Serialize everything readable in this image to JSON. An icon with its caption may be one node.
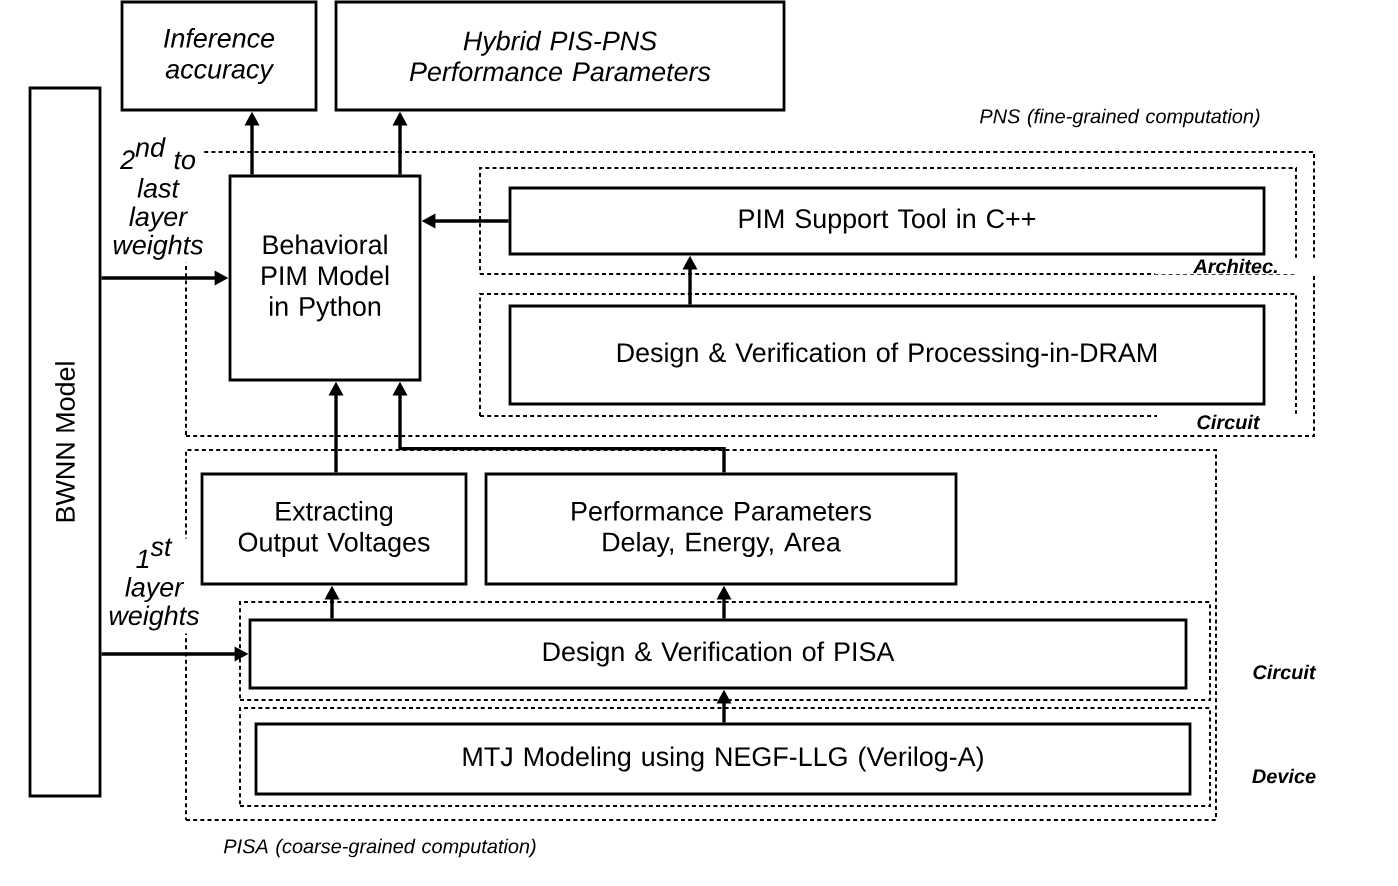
{
  "diagram": {
    "nodes": [
      {
        "text": [
          "Inference accuracy"
        ]
      },
      {
        "text": [
          "Hybrid PIS-PNS Performance Parameters"
        ]
      },
      {
        "text": [
          "BWNN Model"
        ]
      },
      {
        "text": [
          "PNS (fine-grained computation)"
        ]
      },
      {
        "text": [
          "Behavioral PIM Model in Python"
        ],
        "in": 3
      },
      {
        "text": [
          "Architec."
        ],
        "in": 3
      },
      {
        "text": [
          "PIM Support Tool in C++"
        ],
        "in": 5
      },
      {
        "text": [
          "Circuit"
        ],
        "in": 3
      },
      {
        "text": [
          "Design & Verification of Processing-in-DRAM"
        ],
        "in": 7
      },
      {
        "text": [
          "PISA (coarse-grained computation)"
        ]
      },
      {
        "text": [
          "Extracting Output Voltages"
        ],
        "in": 9
      },
      {
        "text": [
          "Performance Parameters Delay, Energy, Area"
        ],
        "in": 9
      },
      {
        "text": [
          "Circuit"
        ],
        "in": 9
      },
      {
        "text": [
          "Design & Verification of PISA"
        ],
        "in": 12
      },
      {
        "text": [
          "Device"
        ],
        "in": 9
      },
      {
        "text": [
          "MTJ Modeling using NEGF-LLG (Verilog-A)"
        ],
        "in": 14
      }
    ],
    "edges": [
      {
        "from": 4,
        "to": 0,
        "arrow": "to"
      },
      {
        "from": 4,
        "to": 1,
        "arrow": "to"
      },
      {
        "from": 2,
        "to": 4,
        "arrow": "to",
        "label": "\\begin{array}{c}\\textit{2}^{\\textit{nd}}\\textit{ to}\\\\ \\textit{last}\\\\ \\textit{layer}\\\\ \\textit{weights}\\end{array}"
      },
      {
        "from": 6,
        "to": 4,
        "arrow": "to"
      },
      {
        "from": 8,
        "to": 6,
        "arrow": "to"
      },
      {
        "from": 10,
        "to": 4,
        "arrow": "to"
      },
      {
        "from": 11,
        "to": 4,
        "arrow": "to"
      },
      {
        "from": 2,
        "to": 13,
        "arrow": "to",
        "label": "\\begin{array}{c}\\textit{1}^{\\textit{st}}\\\\ \\textit{layer}\\\\ \\textit{weights}\\end{array}"
      },
      {
        "from": 13,
        "to": 10,
        "arrow": "to"
      },
      {
        "from": 13,
        "to": 11,
        "arrow": "to"
      },
      {
        "from": 15,
        "to": 13,
        "arrow": "to"
      }
    ]
  }
}
